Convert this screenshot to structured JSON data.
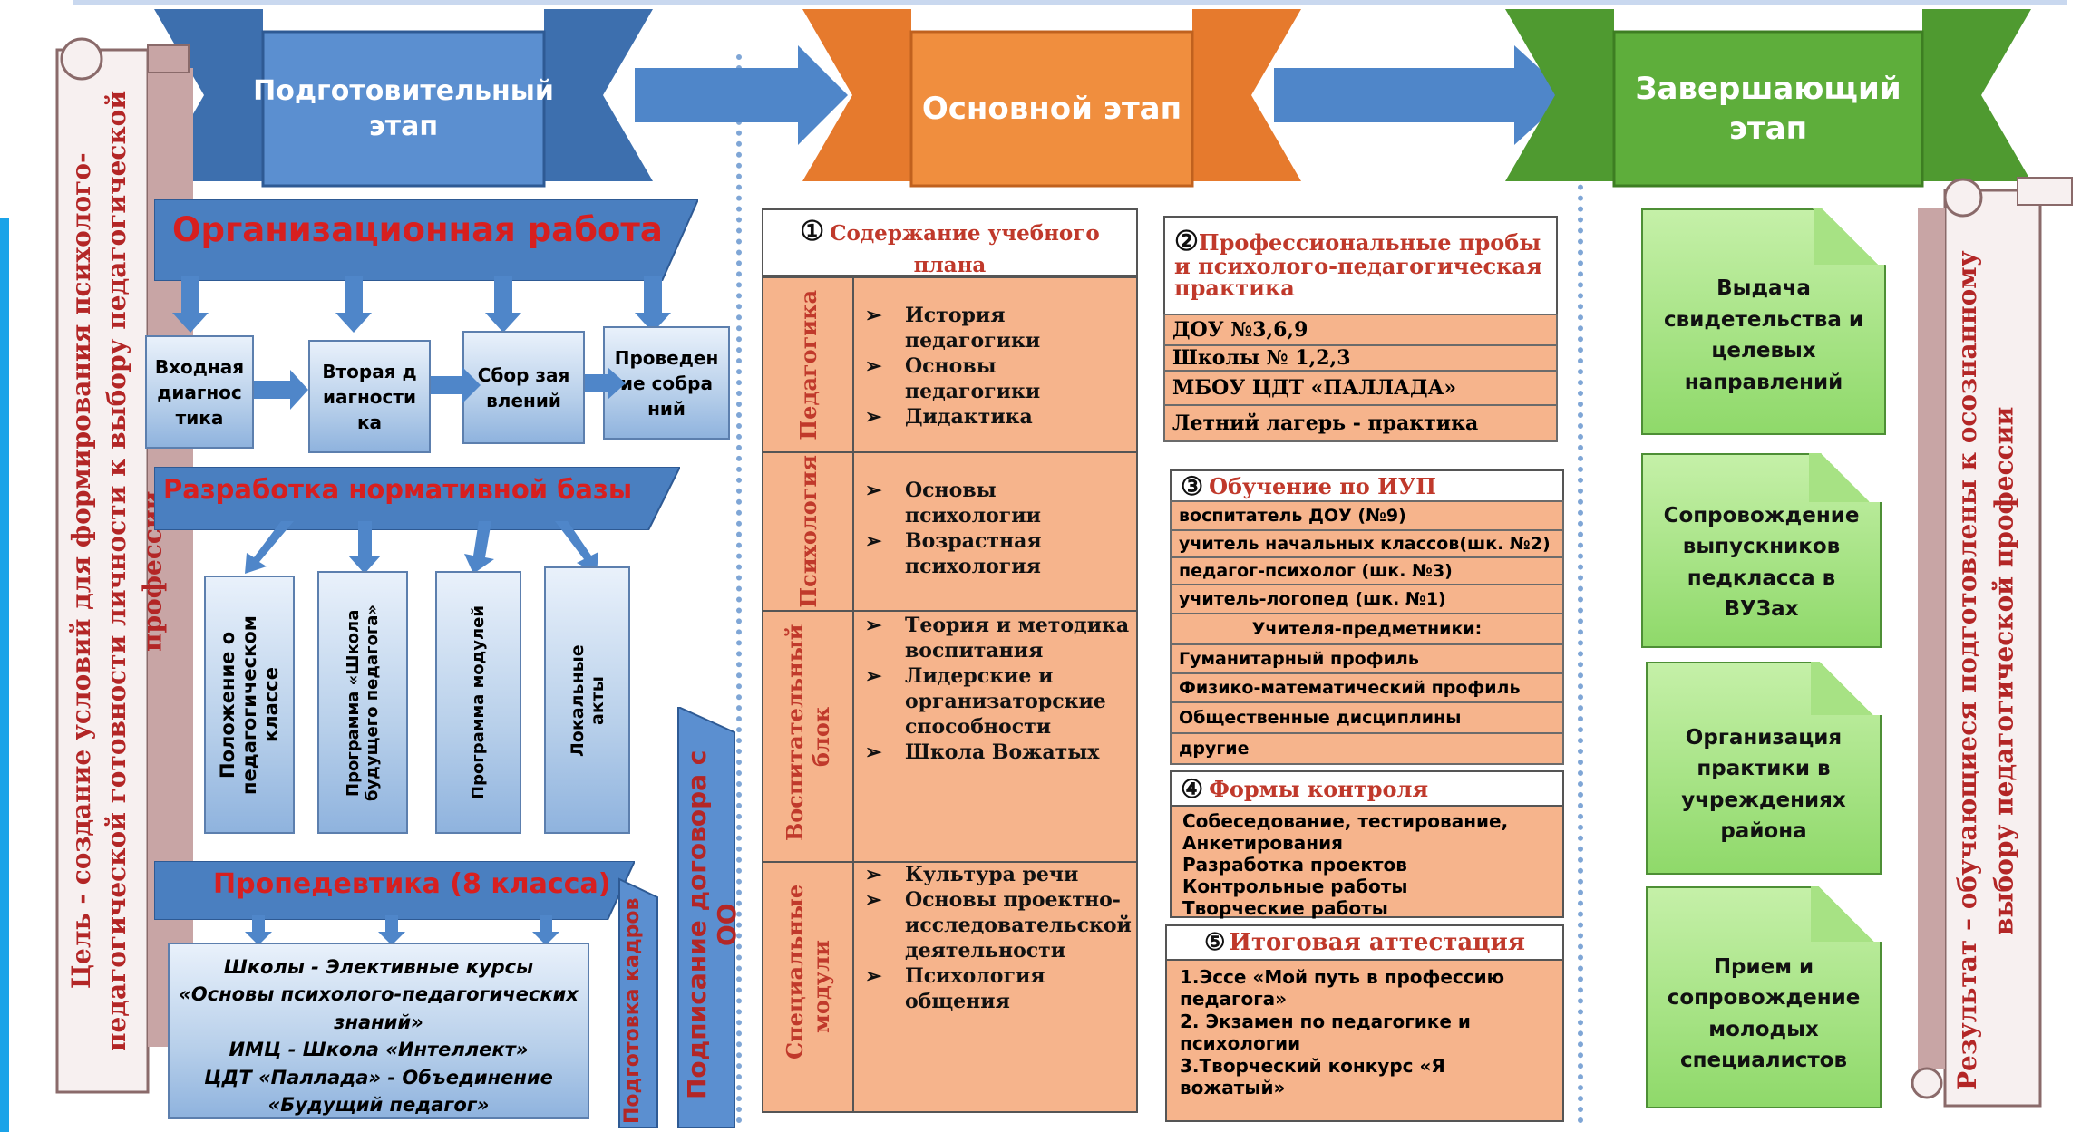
{
  "stages": {
    "prep": "Подготовительный этап",
    "main": "Основной этап",
    "final": "Завершающий этап"
  },
  "goal_scroll": "Цель - создание условий для формирования психолого-педагогической готовности личности к выбору педагогической профессии",
  "result_scroll": "Результат – обучающиеся подготовлены к осознанному выбору педагогической профессии",
  "org_work": {
    "title": "Организационная работа",
    "steps": [
      "Входная диагностика",
      "Вторая диагностика",
      "Сбор заявлений",
      "Проведение собраний"
    ]
  },
  "normative": {
    "title": "Разработка нормативной базы",
    "docs": [
      "Положение о педагогическом классе",
      "Программа «Школа будущего педагога»",
      "Программа модулей",
      "Локальные акты"
    ]
  },
  "propaedeutics": {
    "title": "Пропедевтика (8 класса)",
    "lines": [
      "Школы - Элективные курсы «Основы психолого-педагогических знаний»",
      "ИМЦ - Школа «Интеллект»",
      "ЦДТ «Паллада» - Объединение «Будущий педагог»"
    ]
  },
  "cadres_label": "Подготовка кадров",
  "contract_label": "Подписание договора с ОО",
  "curriculum": {
    "num": "①",
    "title": "Содержание учебного плана",
    "blocks": [
      {
        "name": "Педагогика",
        "items": [
          "История педагогики",
          "Основы педагогики",
          "Дидактика"
        ]
      },
      {
        "name": "Психология",
        "items": [
          "Основы психологии",
          "Возрастная психология"
        ]
      },
      {
        "name": "Воспитательный блок",
        "items": [
          "Теория и методика воспитания",
          "Лидерские и организаторские способности",
          "Школа Вожатых"
        ]
      },
      {
        "name": "Специальные модули",
        "items": [
          "Культура речи",
          "Основы проектно-исследовательской деятельности",
          "Психология общения"
        ]
      }
    ]
  },
  "practice": {
    "num": "②",
    "title": "Профессиональные пробы и психолого-педагогическая практика",
    "rows": [
      "ДОУ №3,6,9",
      "Школы № 1,2,3",
      "МБОУ ЦДТ «ПАЛЛАДА»",
      "Летний лагерь - практика"
    ]
  },
  "iup": {
    "num": "③",
    "title": "Обучение по ИУП",
    "rows": [
      "воспитатель ДОУ (№9)",
      "учитель начальных классов(шк. №2)",
      "педагог-психолог (шк. №3)",
      "учитель-логопед (шк. №1)",
      "Учителя-предметники:",
      "Гуманитарный профиль",
      "Физико-математический профиль",
      "Общественные дисциплины",
      "другие"
    ]
  },
  "control": {
    "num": "④",
    "title": "Формы контроля",
    "lines": [
      "Собеседование, тестирование,",
      "Анкетирования",
      "Разработка проектов",
      "Контрольные работы",
      "Творческие работы"
    ]
  },
  "attestation": {
    "num": "⑤",
    "title": "Итоговая аттестация",
    "lines": [
      "1.Эссе «Мой путь в профессию педагога»",
      "2. Экзамен по педагогике и психологии",
      "3.Творческий конкурс «Я вожатый»"
    ]
  },
  "final_cards": [
    "Выдача свидетельства и целевых направлений",
    "Сопровождение выпускников педкласса в ВУЗах",
    "Организация практики в учреждениях района",
    "Прием и сопровождение молодых специалистов"
  ],
  "colors": {
    "blue": "#4a7fc0",
    "orange": "#ef8a3f",
    "green": "#5ea83a",
    "peach": "#f6b48c",
    "maroon": "#c0392b"
  }
}
